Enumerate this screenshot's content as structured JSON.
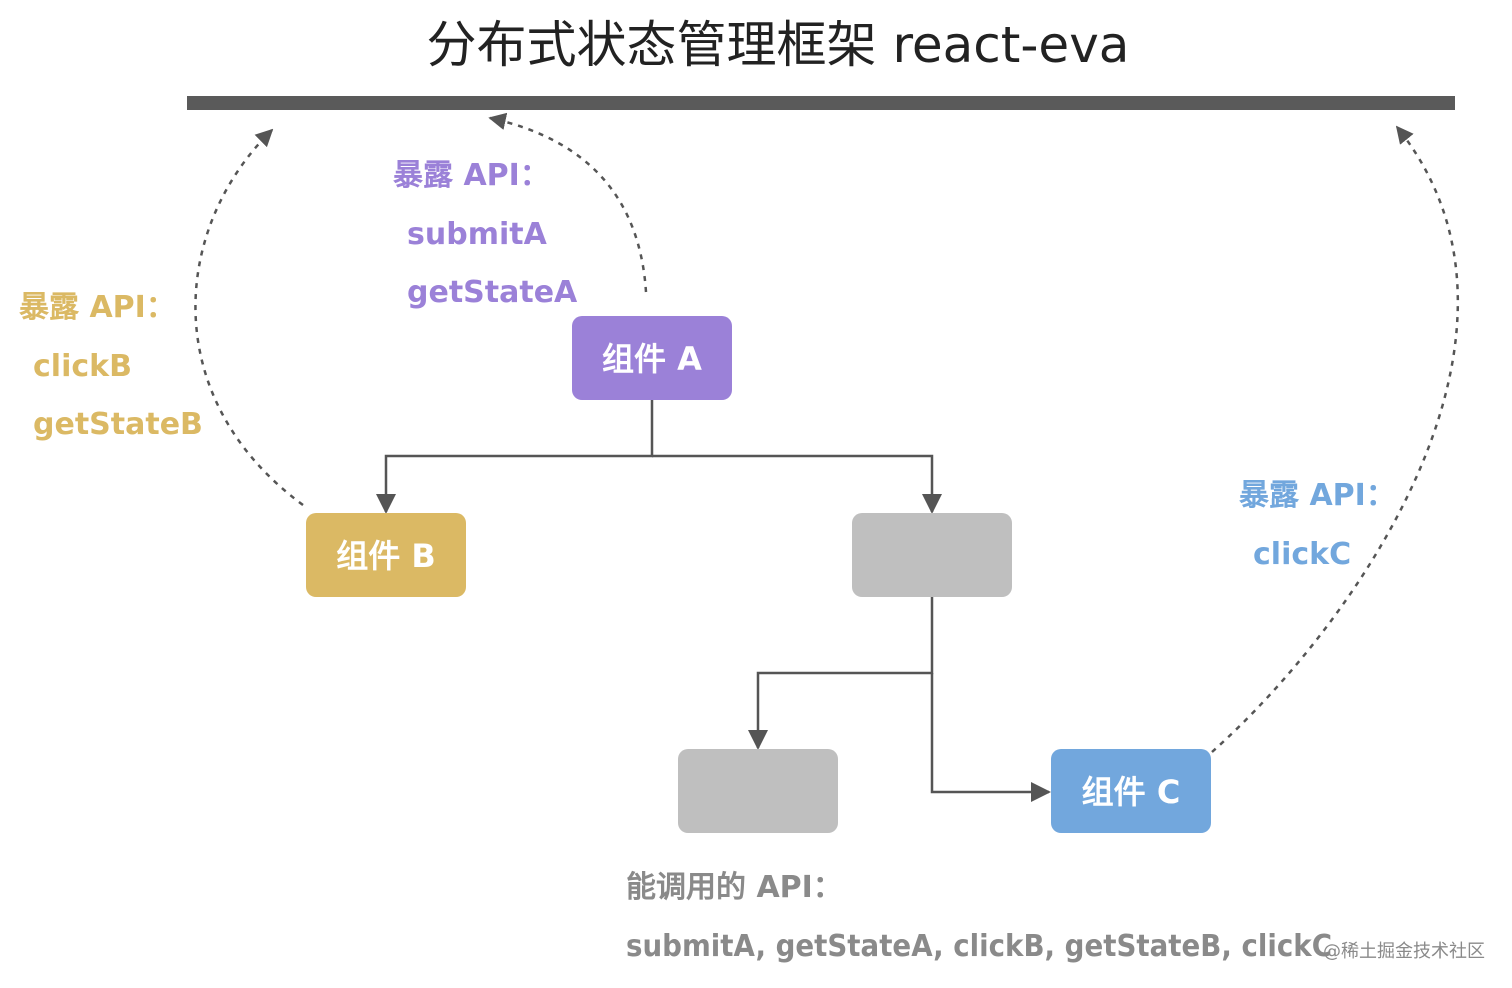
{
  "title": "分布式状态管理框架 react-eva",
  "colors": {
    "purple": "#9b81d8",
    "gold": "#dbb964",
    "blue": "#72a7dd",
    "gray": "#bfbfbf",
    "bar": "#5a5a5a",
    "line": "#555555"
  },
  "component_a": {
    "label": "组件 A",
    "api_title": "暴露 API：",
    "apis": [
      "submitA",
      "getStateA"
    ]
  },
  "component_b": {
    "label": "组件 B",
    "api_title": "暴露 API：",
    "apis": [
      "clickB",
      "getStateB"
    ]
  },
  "component_c": {
    "label": "组件 C",
    "api_title": "暴露 API：",
    "apis": [
      "clickC"
    ]
  },
  "callable": {
    "title": "能调用的 API：",
    "apis": "submitA, getStateA, clickB, getStateB, clickC"
  },
  "watermark": "@稀土掘金技术社区"
}
